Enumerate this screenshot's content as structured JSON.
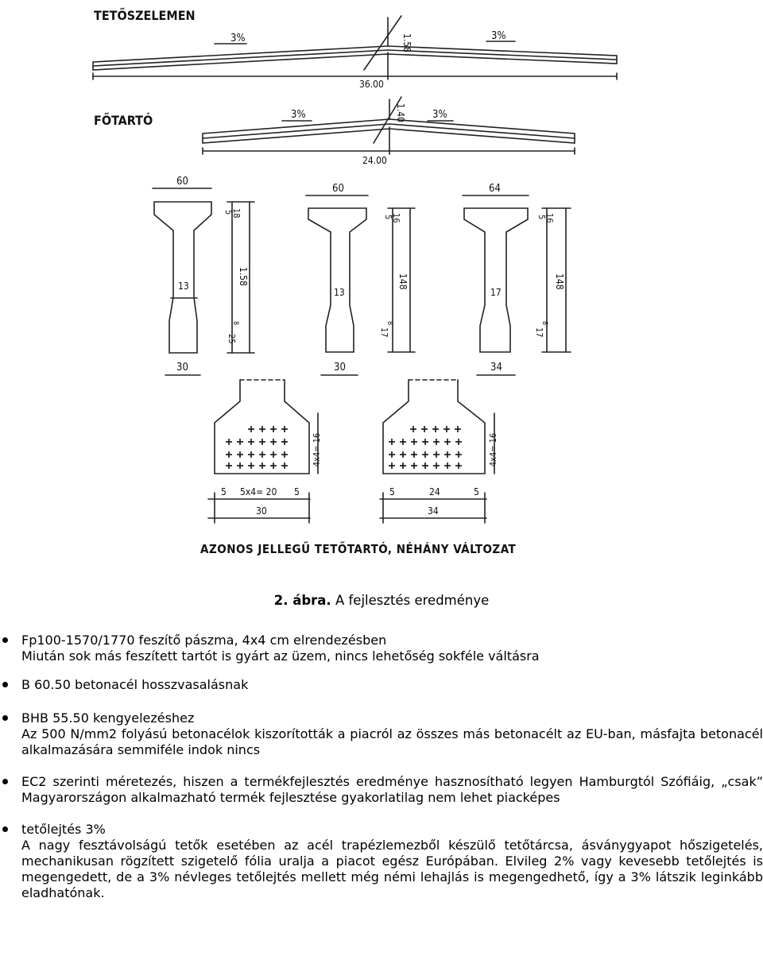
{
  "figure": {
    "label_roof": "TETŐSZELEMEN",
    "label_main": "FŐTARTÓ",
    "slope_left_1": "3%",
    "slope_right_1": "3%",
    "rise_1": "1.58",
    "span_1": "36.00",
    "slope_left_2": "3%",
    "slope_right_2": "3%",
    "rise_2": "1.40",
    "span_2": "24.00",
    "sections": [
      {
        "top_width": "60",
        "flange": "5",
        "flange2": "18",
        "height": "1.58",
        "web": "13",
        "bottom": "25",
        "bottom2": "8",
        "bottom_width": "30"
      },
      {
        "top_width": "60",
        "flange": "5",
        "flange2": "16",
        "height": "148",
        "web": "13",
        "bottom": "17",
        "bottom2": "8",
        "bottom_width": "30"
      },
      {
        "top_width": "64",
        "flange": "5",
        "flange2": "16",
        "height": "148",
        "web": "17",
        "bottom": "17",
        "bottom2": "8",
        "bottom_width": "34"
      }
    ],
    "tendon_details": [
      {
        "vertical": "4x4= 16",
        "dim_left": "5",
        "dim_mid": "5x4= 20",
        "dim_right": "5",
        "total": "30"
      },
      {
        "vertical": "4x4= 16",
        "dim_left": "5",
        "dim_mid": "24",
        "dim_right": "5",
        "total": "34"
      }
    ],
    "bottom_title": "AZONOS JELLEGŰ TETŐTARTÓ, NÉHÁNY VÁLTOZAT"
  },
  "caption": {
    "label": "2. ábra.",
    "text": " A fejlesztés eredménye"
  },
  "bullets": [
    {
      "head": "Fp100-1570/1770 feszítő pászma, 4x4 cm elrendezésben",
      "body": "Miután sok más feszített tartót is gyárt az üzem, nincs lehetőség sokféle váltásra"
    },
    {
      "head": "B 60.50 betonacél hosszvasalásnak",
      "body": ""
    },
    {
      "head": "BHB 55.50 kengyelezéshez",
      "body": "Az 500 N/mm2 folyású betonacélok kiszorították a piacról az összes más betonacélt az EU-ban, másfajta betonacél alkalmazására semmiféle indok nincs"
    },
    {
      "head": "EC2 szerinti méretezés, hiszen a termékfejlesztés eredménye hasznosítható legyen Hamburgtól Szófiáig, „csak” Magyarországon alkalmazható termék fejlesztése gyakorlatilag nem lehet piacképes",
      "body": ""
    },
    {
      "head": "tetőlejtés 3%",
      "body": "A nagy fesztávolságú tetők esetében az acél trapézlemezből készülő tetőtárcsa, ásványgyapot hőszigetelés, mechanikusan rögzített szigetelő fólia uralja a piacot egész Európában. Elvileg 2% vagy kevesebb tetőlejtés is megengedett, de a 3% névleges tetőlejtés mellett még némi lehajlás is megengedhető, így a 3% látszik leginkább eladhatónak."
    }
  ]
}
